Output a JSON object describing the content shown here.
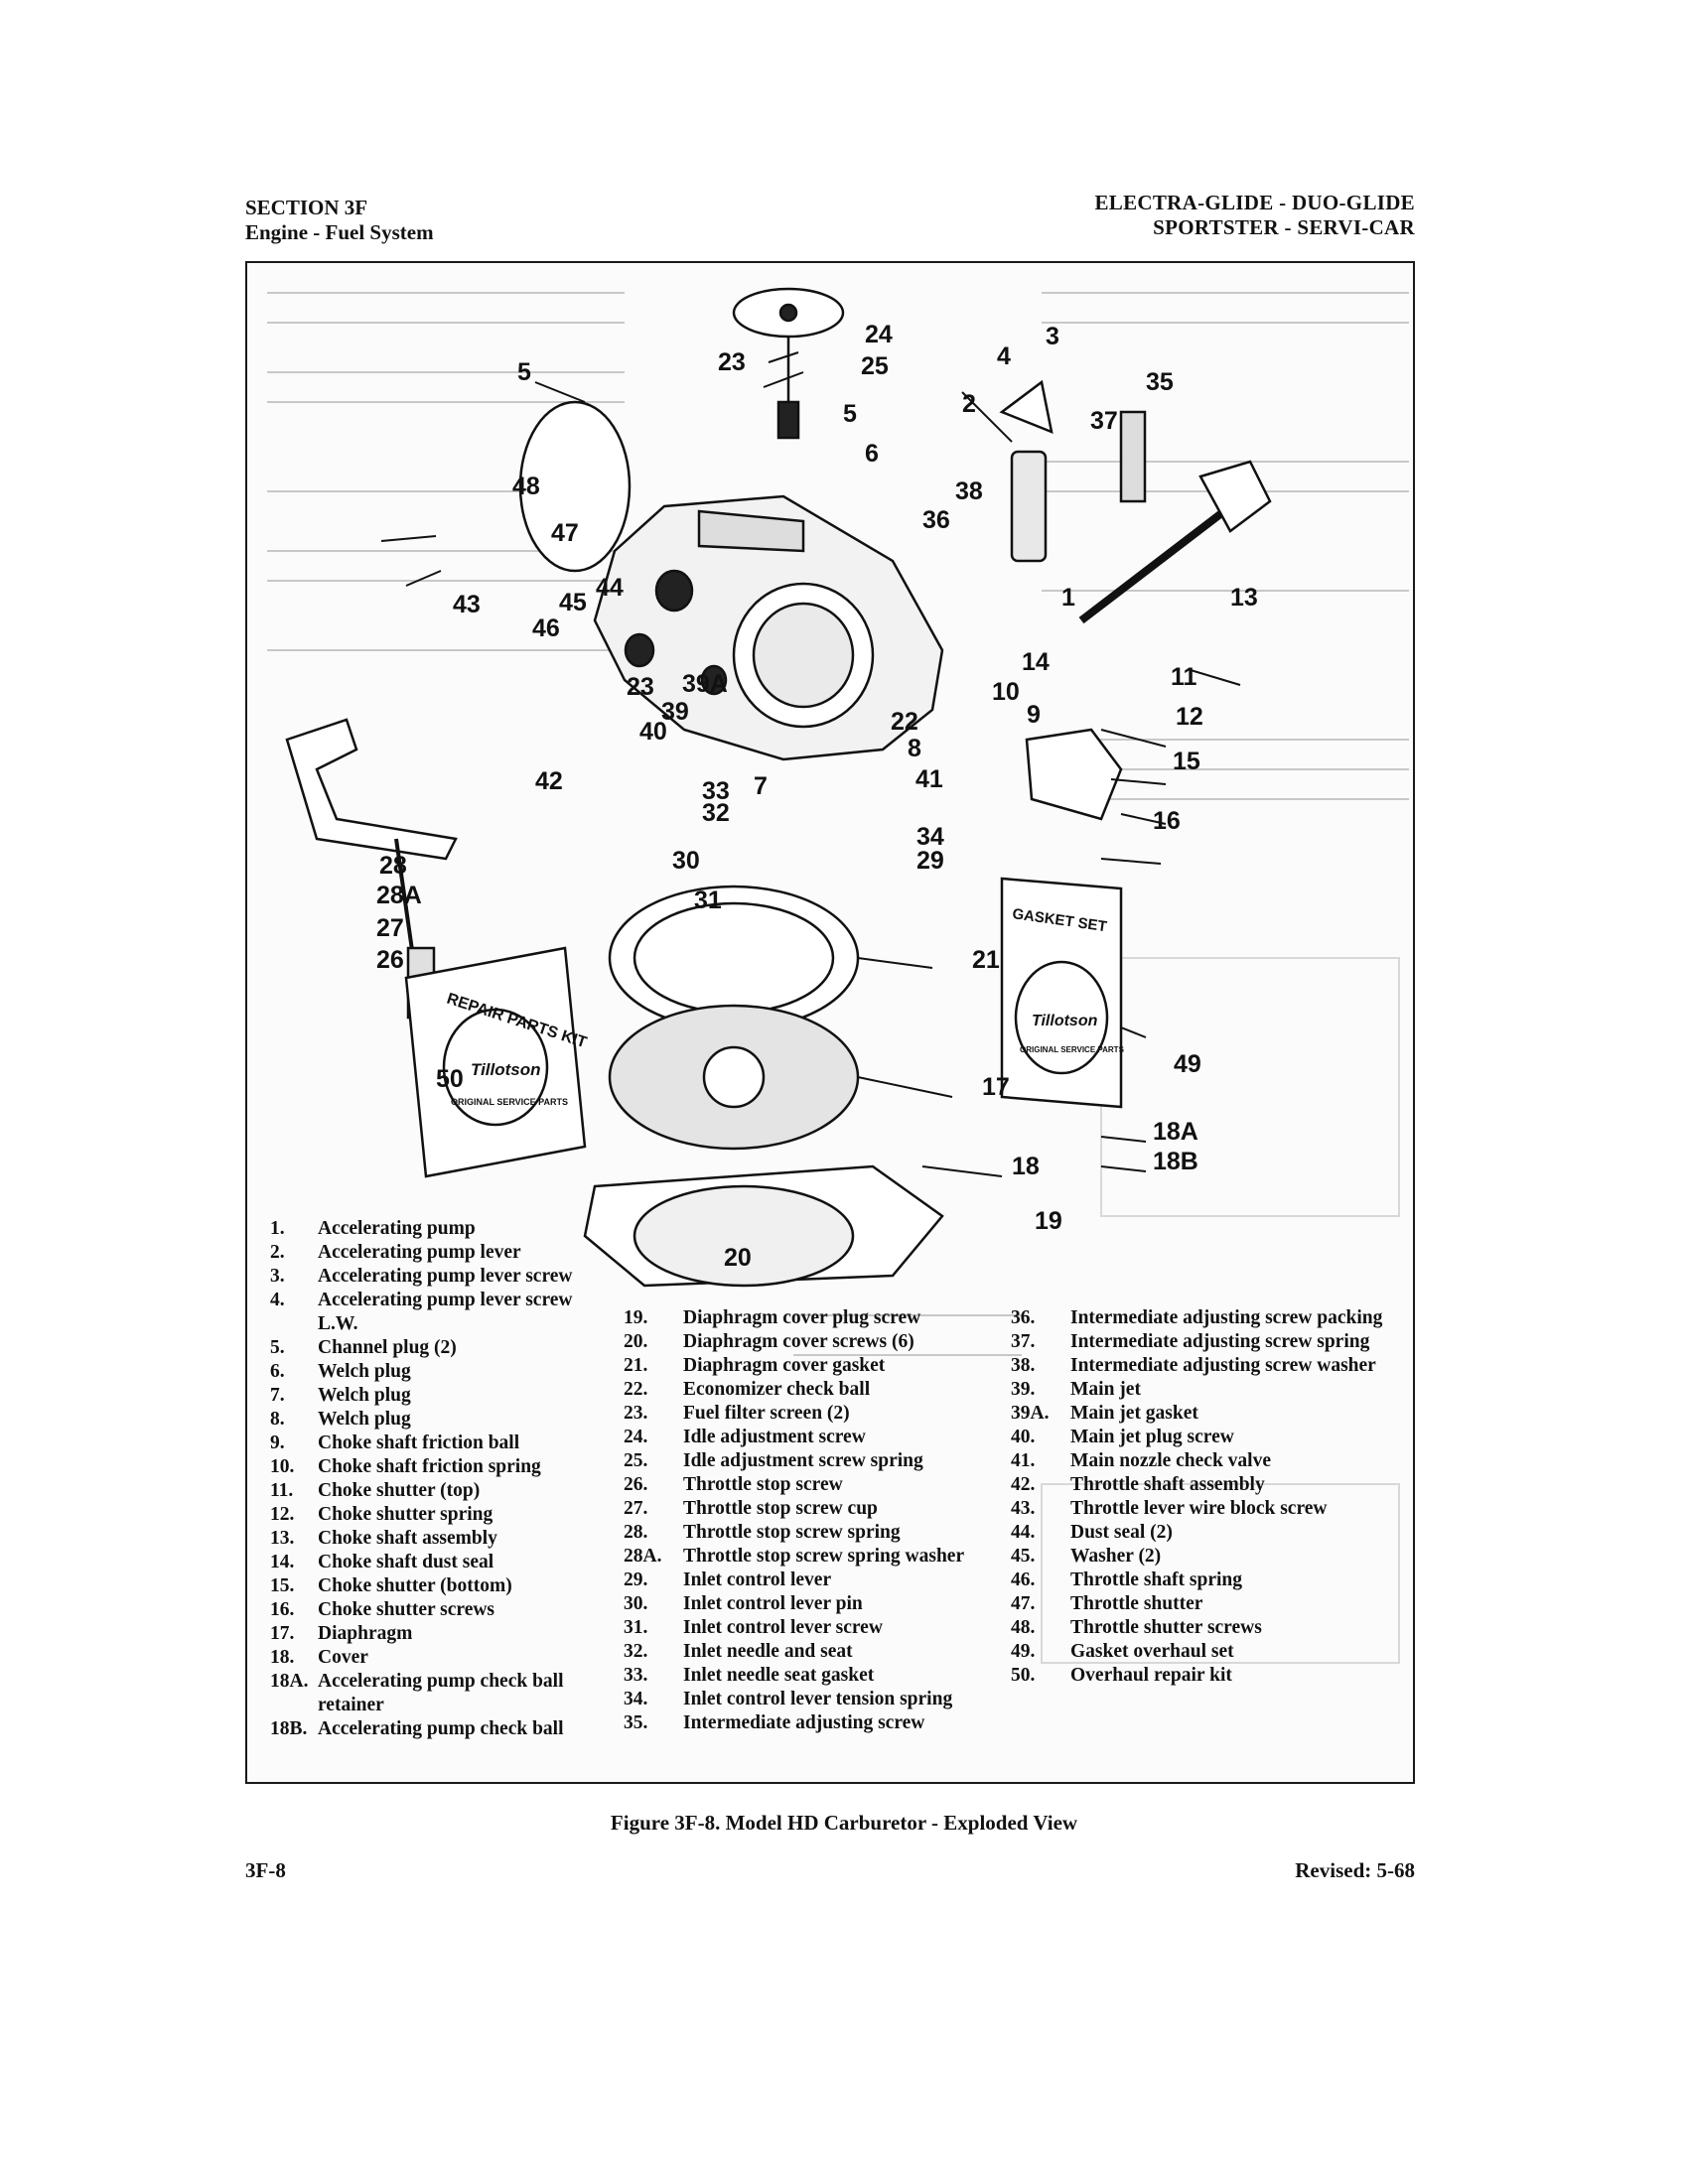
{
  "header": {
    "section": "SECTION 3F",
    "subsection": "Engine - Fuel System",
    "models_line1": "ELECTRA-GLIDE - DUO-GLIDE",
    "models_line2": "SPORTSTER - SERVI-CAR"
  },
  "figure": {
    "caption": "Figure 3F-8. Model HD Carburetor - Exploded View",
    "callouts": [
      "1",
      "2",
      "3",
      "4",
      "5",
      "5",
      "6",
      "7",
      "8",
      "9",
      "10",
      "11",
      "12",
      "13",
      "14",
      "15",
      "16",
      "17",
      "18",
      "18A",
      "18B",
      "19",
      "20",
      "21",
      "22",
      "23",
      "23",
      "24",
      "25",
      "26",
      "27",
      "28",
      "28A",
      "29",
      "30",
      "31",
      "32",
      "33",
      "34",
      "35",
      "36",
      "37",
      "38",
      "39",
      "39A",
      "40",
      "41",
      "42",
      "43",
      "44",
      "45",
      "46",
      "47",
      "48",
      "49",
      "50"
    ],
    "repair_kit_label": "REPAIR PARTS KIT",
    "gasket_set_label": "GASKET SET",
    "brand": "Tillotson",
    "seal_text": "ORIGINAL SERVICE PARTS"
  },
  "legend": {
    "col1": [
      {
        "n": "1.",
        "t": "Accelerating pump"
      },
      {
        "n": "2.",
        "t": "Accelerating pump lever"
      },
      {
        "n": "3.",
        "t": "Accelerating pump lever screw"
      },
      {
        "n": "4.",
        "t": "Accelerating pump lever screw L.W."
      },
      {
        "n": "5.",
        "t": "Channel plug (2)"
      },
      {
        "n": "6.",
        "t": "Welch plug"
      },
      {
        "n": "7.",
        "t": "Welch plug"
      },
      {
        "n": "8.",
        "t": "Welch plug"
      },
      {
        "n": "9.",
        "t": "Choke shaft friction ball"
      },
      {
        "n": "10.",
        "t": "Choke shaft friction spring"
      },
      {
        "n": "11.",
        "t": "Choke shutter (top)"
      },
      {
        "n": "12.",
        "t": "Choke shutter spring"
      },
      {
        "n": "13.",
        "t": "Choke shaft assembly"
      },
      {
        "n": "14.",
        "t": "Choke shaft dust seal"
      },
      {
        "n": "15.",
        "t": "Choke shutter (bottom)"
      },
      {
        "n": "16.",
        "t": "Choke shutter screws"
      },
      {
        "n": "17.",
        "t": "Diaphragm"
      },
      {
        "n": "18.",
        "t": "Cover"
      },
      {
        "n": "18A.",
        "t": "Accelerating pump check ball retainer"
      },
      {
        "n": "18B.",
        "t": "Accelerating pump check ball"
      }
    ],
    "col2": [
      {
        "n": "19.",
        "t": "Diaphragm cover plug screw"
      },
      {
        "n": "20.",
        "t": "Diaphragm cover screws (6)"
      },
      {
        "n": "21.",
        "t": "Diaphragm cover gasket"
      },
      {
        "n": "22.",
        "t": "Economizer check ball"
      },
      {
        "n": "23.",
        "t": "Fuel filter screen (2)"
      },
      {
        "n": "24.",
        "t": "Idle adjustment screw"
      },
      {
        "n": "25.",
        "t": "Idle adjustment screw spring"
      },
      {
        "n": "26.",
        "t": "Throttle stop screw"
      },
      {
        "n": "27.",
        "t": "Throttle stop screw cup"
      },
      {
        "n": "28.",
        "t": "Throttle stop screw spring"
      },
      {
        "n": "28A.",
        "t": "Throttle stop screw spring washer"
      },
      {
        "n": "29.",
        "t": "Inlet control lever"
      },
      {
        "n": "30.",
        "t": "Inlet control lever pin"
      },
      {
        "n": "31.",
        "t": "Inlet control lever screw"
      },
      {
        "n": "32.",
        "t": "Inlet needle and seat"
      },
      {
        "n": "33.",
        "t": "Inlet needle seat gasket"
      },
      {
        "n": "34.",
        "t": "Inlet control lever tension spring"
      },
      {
        "n": "35.",
        "t": "Intermediate adjusting screw"
      }
    ],
    "col3": [
      {
        "n": "36.",
        "t": "Intermediate adjusting screw packing"
      },
      {
        "n": "37.",
        "t": "Intermediate adjusting screw spring"
      },
      {
        "n": "38.",
        "t": "Intermediate adjusting screw washer"
      },
      {
        "n": "39.",
        "t": "Main jet"
      },
      {
        "n": "39A.",
        "t": "Main jet gasket"
      },
      {
        "n": "40.",
        "t": "Main jet plug screw"
      },
      {
        "n": "41.",
        "t": "Main nozzle check valve"
      },
      {
        "n": "42.",
        "t": "Throttle shaft assembly"
      },
      {
        "n": "43.",
        "t": "Throttle lever wire block screw"
      },
      {
        "n": "44.",
        "t": "Dust seal (2)"
      },
      {
        "n": "45.",
        "t": "Washer (2)"
      },
      {
        "n": "46.",
        "t": "Throttle shaft spring"
      },
      {
        "n": "47.",
        "t": "Throttle shutter"
      },
      {
        "n": "48.",
        "t": "Throttle shutter screws"
      },
      {
        "n": "49.",
        "t": "Gasket overhaul set"
      },
      {
        "n": "50.",
        "t": "Overhaul repair kit"
      }
    ]
  },
  "footer": {
    "page": "3F-8",
    "revised": "Revised: 5-68"
  }
}
